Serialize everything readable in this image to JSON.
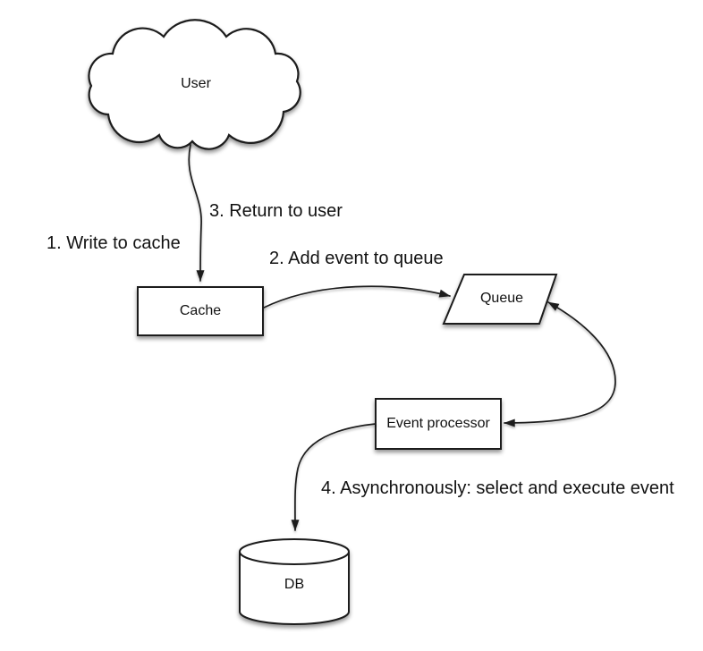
{
  "diagram": {
    "type": "flow-diagram",
    "background": "#ffffff",
    "colors": {
      "stroke": "#1c1c1c",
      "shape_fill": "#ffffff",
      "text": "#111111",
      "background": "#ffffff"
    },
    "nodes": {
      "user": {
        "label": "User",
        "shape": "cloud"
      },
      "cache": {
        "label": "Cache",
        "shape": "rectangle"
      },
      "queue": {
        "label": "Queue",
        "shape": "parallelogram"
      },
      "event_processor": {
        "label": "Event processor",
        "shape": "rectangle"
      },
      "db": {
        "label": "DB",
        "shape": "cylinder"
      }
    },
    "steps": {
      "step1": "1. Write to cache",
      "step2": "2. Add event to queue",
      "step3": "3. Return to user",
      "step4": "4. Asynchronously: select and execute event"
    },
    "edges": [
      {
        "from": "user",
        "to": "cache",
        "arrow": "end"
      },
      {
        "from": "cache",
        "to": "queue",
        "arrow": "end"
      },
      {
        "from": "queue",
        "to": "event_processor",
        "arrow": "both"
      },
      {
        "from": "event_processor",
        "to": "db",
        "arrow": "end"
      }
    ]
  }
}
